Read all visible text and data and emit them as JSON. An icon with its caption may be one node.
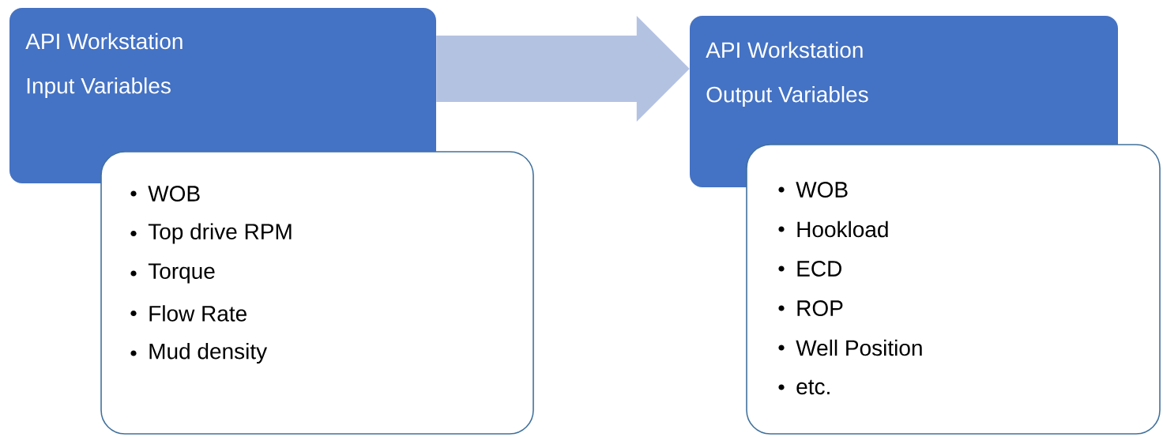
{
  "diagram": {
    "nodes": [
      {
        "text": [
          "API Workstation",
          "Input Variables"
        ]
      },
      {
        "text": [
          "WOB",
          "Top drive RPM",
          "Torque",
          "Flow Rate",
          "Mud density"
        ]
      },
      {
        "text": [
          "API Workstation",
          "Output Variables"
        ]
      },
      {
        "text": [
          "WOB",
          "Hookload",
          "ECD",
          "ROP",
          "Well Position",
          "etc."
        ]
      }
    ],
    "edges": [
      {
        "from": 0,
        "to": 2,
        "arrow": "to"
      }
    ]
  }
}
